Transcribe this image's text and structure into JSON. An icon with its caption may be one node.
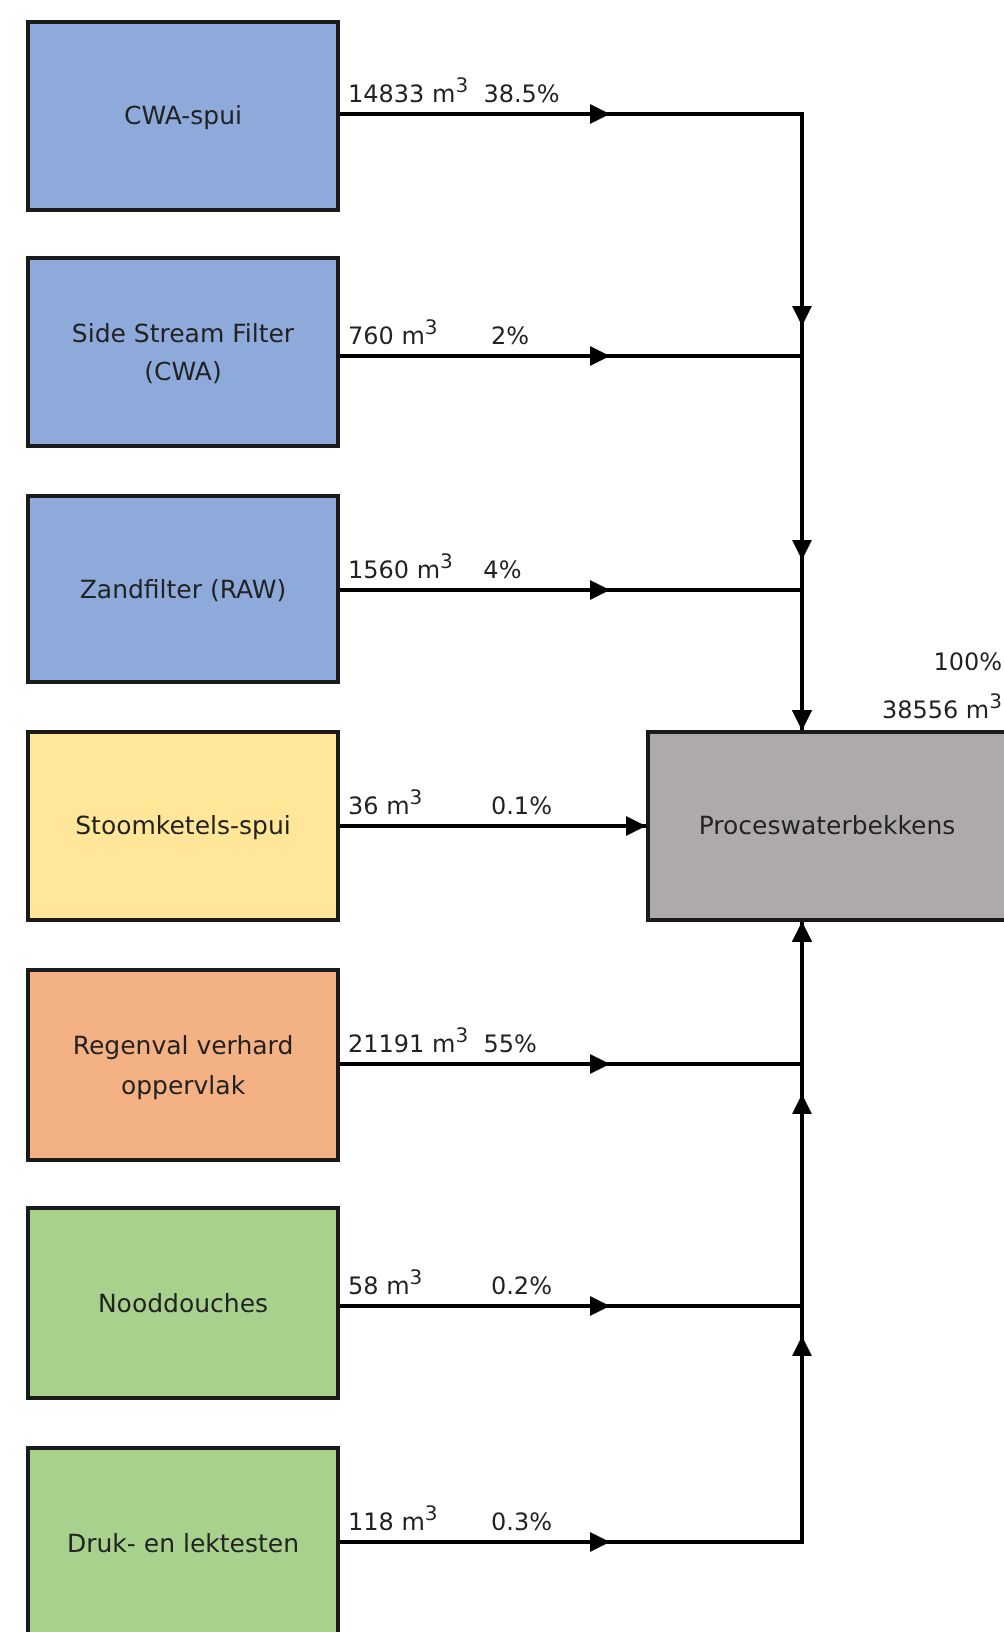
{
  "diagram": {
    "nodes": [
      {
        "text": [
          "CWA-spui"
        ]
      },
      {
        "text": [
          "Side Stream Filter (CWA)"
        ]
      },
      {
        "text": [
          "Zandfilter (RAW)"
        ]
      },
      {
        "text": [
          "Stoomketels-spui"
        ]
      },
      {
        "text": [
          "Regenval verhard oppervlak"
        ]
      },
      {
        "text": [
          "Nooddouches"
        ]
      },
      {
        "text": [
          "Druk- en lektesten"
        ]
      },
      {
        "text": [
          "Proceswaterbekkens"
        ],
        "beside": [
          "100%",
          "38556 m$^{3}$"
        ]
      }
    ],
    "edges": [
      {
        "from": 0,
        "to": 7,
        "arrow": "to",
        "label": "14833 m$^{3}$  38.5%"
      },
      {
        "from": 1,
        "to": 7,
        "arrow": "to",
        "label": "760 m$^{3}$       2%"
      },
      {
        "from": 2,
        "to": 7,
        "arrow": "to",
        "label": "1560 m$^{3}$    4%"
      },
      {
        "from": 3,
        "to": 7,
        "arrow": "to",
        "label": "36 m$^{3}$         0.1%"
      },
      {
        "from": 4,
        "to": 7,
        "arrow": "to",
        "label": "21191 m$^{3}$  55%"
      },
      {
        "from": 5,
        "to": 7,
        "arrow": "to",
        "label": "58 m$^{3}$         0.2%"
      },
      {
        "from": 6,
        "to": 7,
        "arrow": "to",
        "label": "118 m$^{3}$       0.3%"
      }
    ]
  }
}
